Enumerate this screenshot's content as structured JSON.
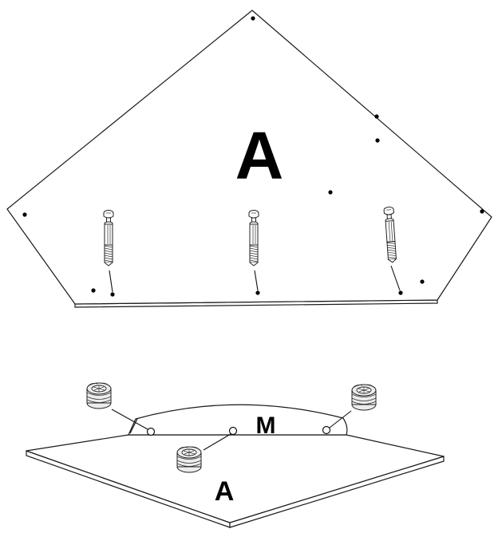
{
  "labels": {
    "top_panel": "A",
    "bottom_panel": "A",
    "connector_part": "M"
  }
}
